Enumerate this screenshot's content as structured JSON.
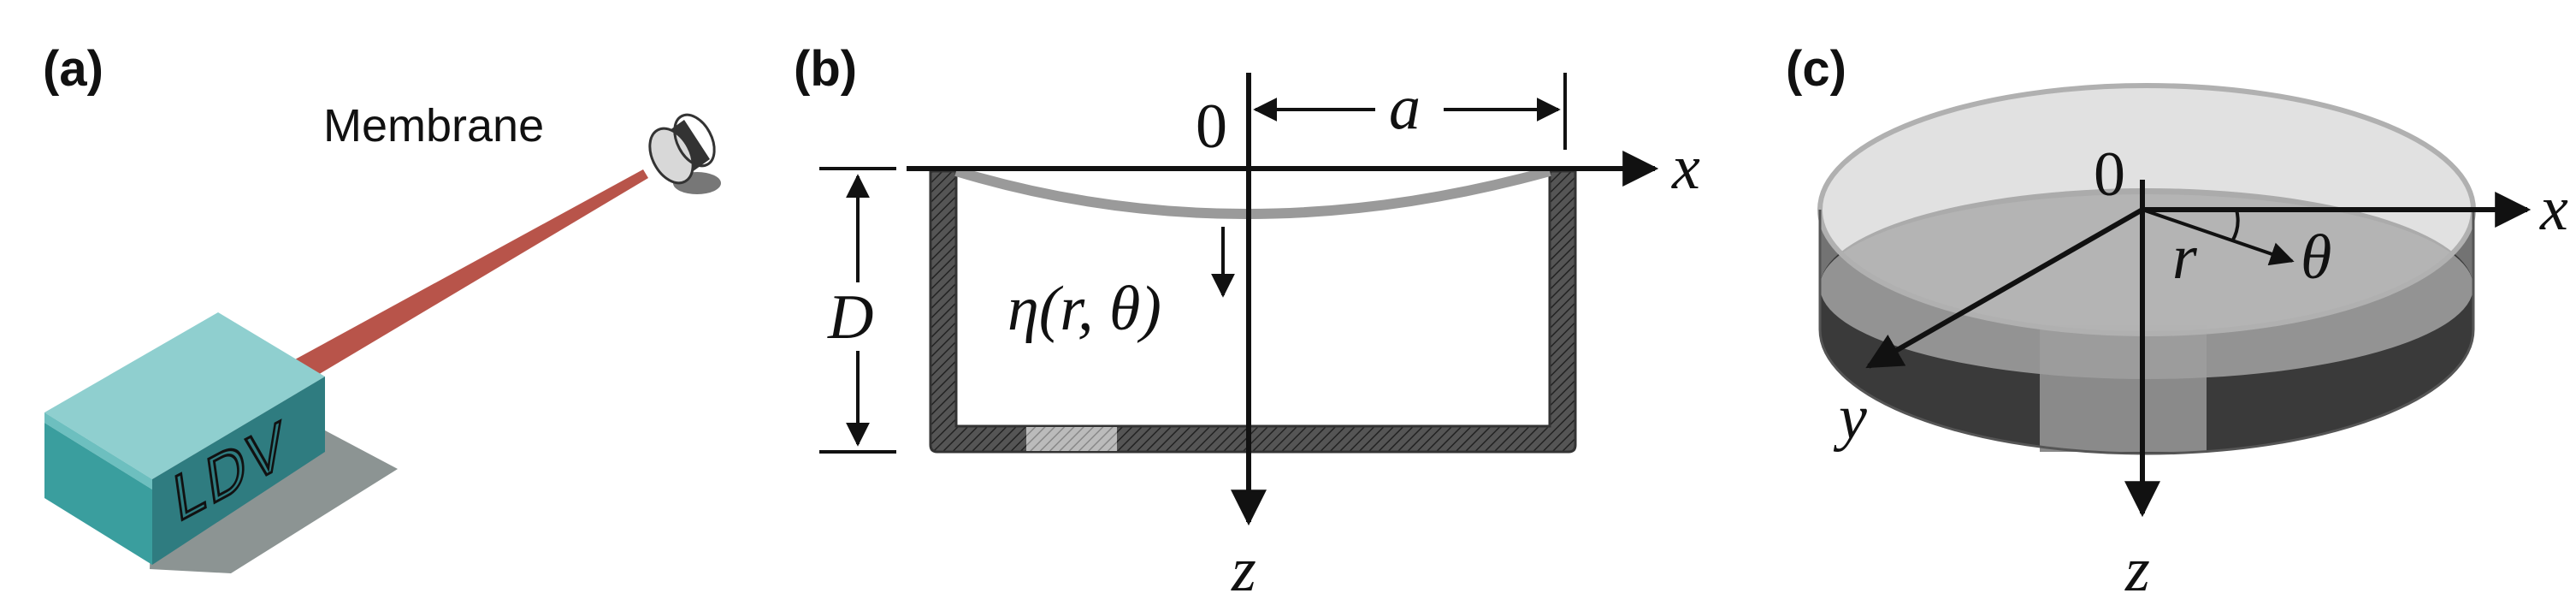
{
  "panels": {
    "a": {
      "label": "(a)",
      "membrane_label": "Membrane",
      "device_label": "LDV",
      "colors": {
        "device_top": "#8fcfcf",
        "device_front": "#3a9e9e",
        "device_side": "#2f7c80",
        "laser": "#b8544a",
        "shadow": "#8c9493"
      }
    },
    "b": {
      "label": "(b)",
      "origin": "0",
      "radius": "a",
      "depth": "D",
      "deflection": "η(r, θ)",
      "x_axis": "x",
      "z_axis": "z"
    },
    "c": {
      "label": "(c)",
      "origin": "0",
      "x_axis": "x",
      "y_axis": "y",
      "z_axis": "z",
      "r": "r",
      "theta": "θ"
    }
  }
}
